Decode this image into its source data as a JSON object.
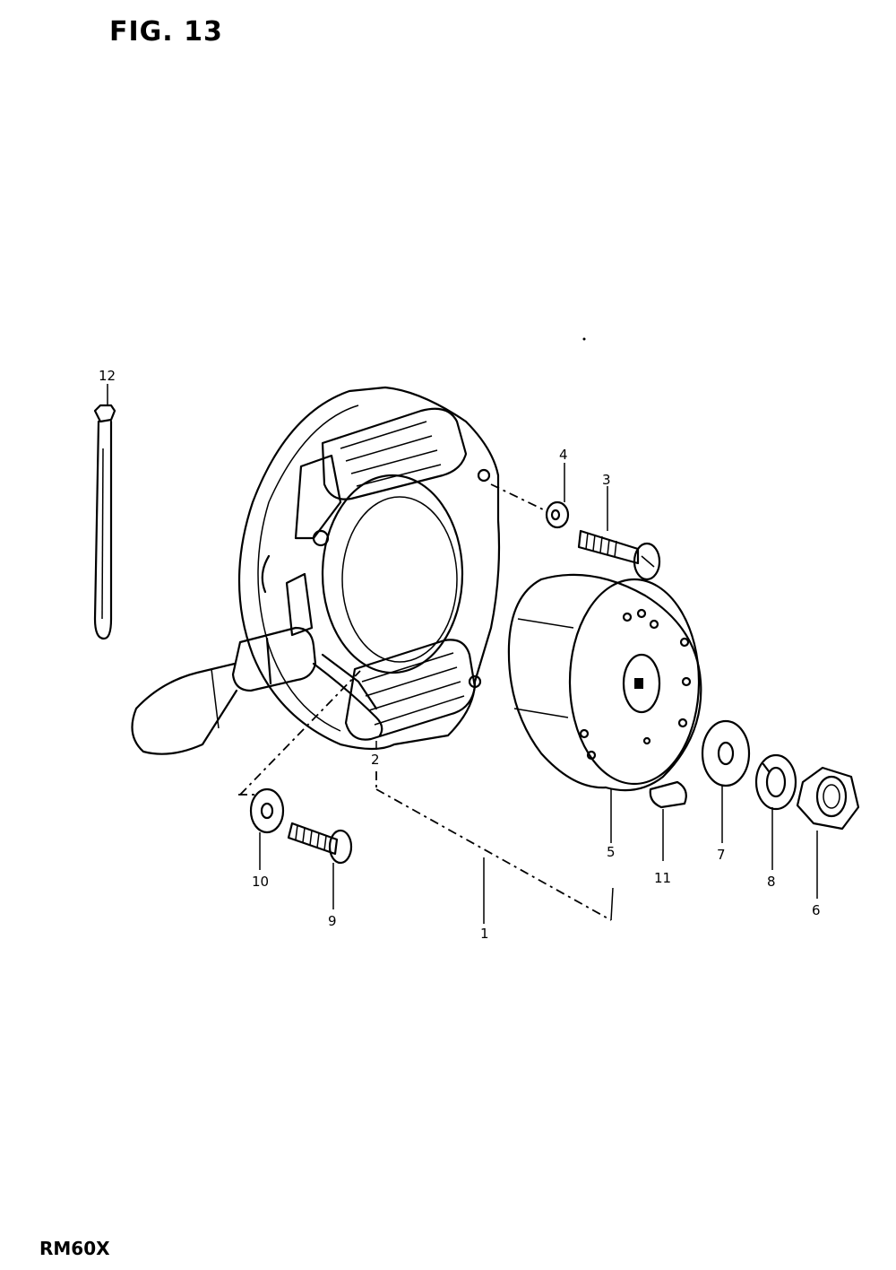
{
  "figure": {
    "title": "FIG. 13",
    "model_code": "RM60X"
  },
  "callouts": {
    "c1": "1",
    "c2": "2",
    "c3": "3",
    "c4": "4",
    "c5": "5",
    "c6": "6",
    "c7": "7",
    "c8": "8",
    "c9": "9",
    "c10": "10",
    "c11": "11",
    "c12": "12"
  },
  "parts": [
    {
      "id": "1",
      "icon": "magneto-assembly-icon"
    },
    {
      "id": "2",
      "icon": "stator-plate-icon"
    },
    {
      "id": "3",
      "icon": "screw-icon"
    },
    {
      "id": "4",
      "icon": "washer-icon"
    },
    {
      "id": "5",
      "icon": "rotor-flywheel-icon"
    },
    {
      "id": "6",
      "icon": "nut-icon"
    },
    {
      "id": "7",
      "icon": "washer-icon"
    },
    {
      "id": "8",
      "icon": "lock-washer-icon"
    },
    {
      "id": "9",
      "icon": "screw-icon"
    },
    {
      "id": "10",
      "icon": "washer-icon"
    },
    {
      "id": "11",
      "icon": "woodruff-key-icon"
    },
    {
      "id": "12",
      "icon": "cable-band-icon"
    }
  ]
}
